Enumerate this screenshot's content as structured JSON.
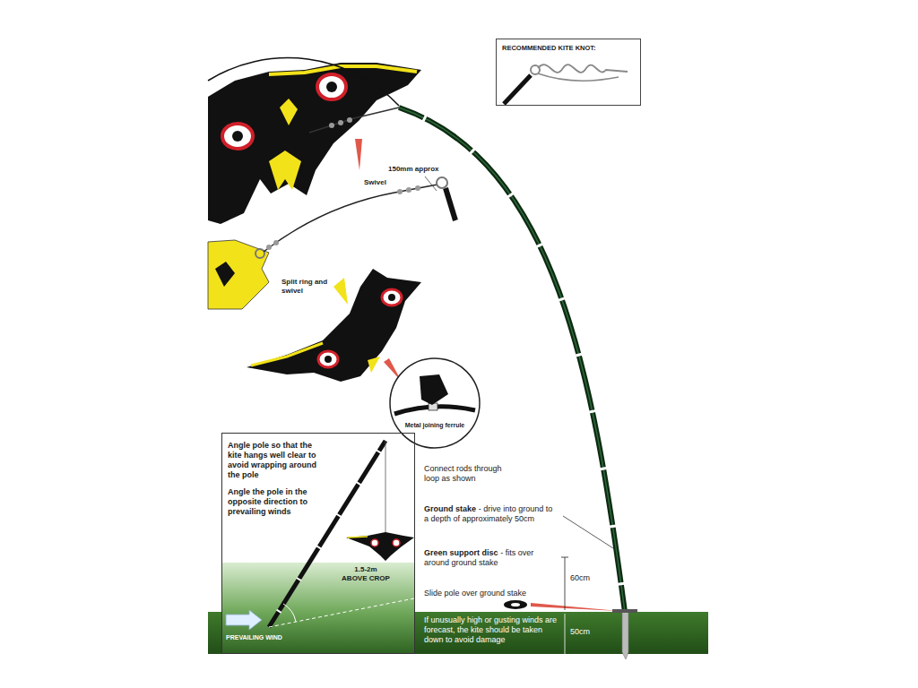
{
  "diagram": {
    "nodes": [
      {
        "text": [
          "RECOMMENDED KITE KNOT:"
        ]
      },
      {
        "text": [
          "Angle pole so that the kite hangs well clear to avoid wrapping around the pole",
          "Angle the pole in the opposite direction to prevailing winds"
        ]
      }
    ],
    "labels": [
      "150mm approx",
      "Swivel",
      "Split ring and swivel",
      "Metal joining ferrule",
      "Connect rods through loop as shown",
      "Ground stake",
      "- drive into ground to a depth of approximately 50cm",
      "Green support disc",
      "- fits over around ground stake",
      "Slide pole over ground stake",
      "60cm",
      "If unusually high or gusting winds are forecast, the kite should be taken down to avoid damage",
      "50cm",
      "1.5-2m",
      "ABOVE CROP",
      "PREVAILING WIND"
    ]
  }
}
